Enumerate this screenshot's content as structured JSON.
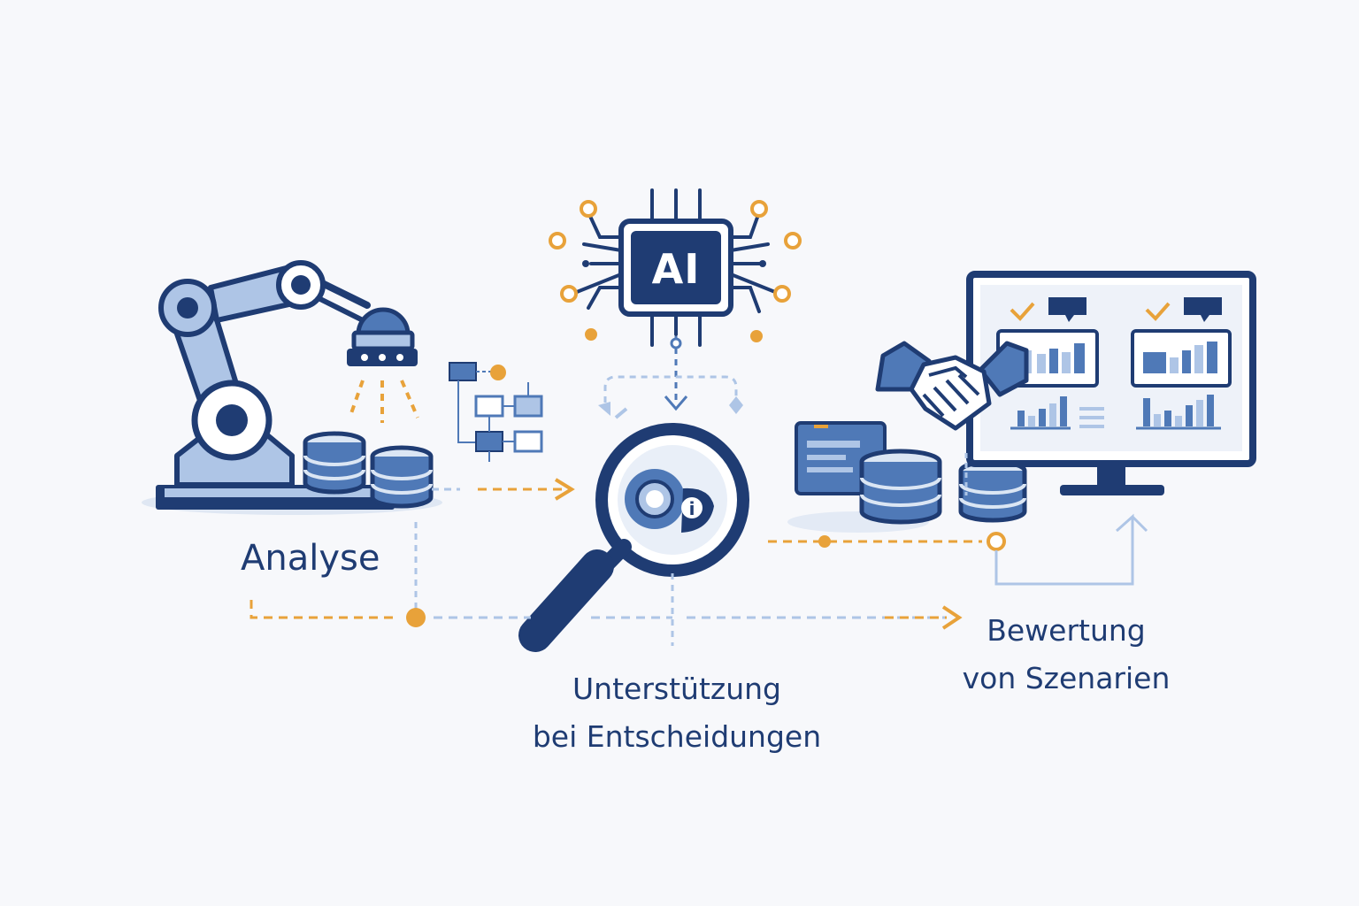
{
  "labels": {
    "analyse": "Analyse",
    "support_line1": "Unterstützung",
    "support_line2": "bei Entscheidungen",
    "evaluation_line1": "Bewertung",
    "evaluation_line2": "von Szenarien",
    "ai_chip": "AI"
  },
  "icons": [
    "robot-arm-icon",
    "database-icon",
    "flowchart-icon",
    "ai-chip-icon",
    "magnifier-icon",
    "handshake-icon",
    "monitor-dashboard-icon",
    "document-card-icon"
  ],
  "colors": {
    "primary": "#1f3c73",
    "light_blue": "#aec5e6",
    "mid_blue": "#4f79b7",
    "accent_orange": "#e8a23a",
    "background": "#f7f8fb"
  }
}
